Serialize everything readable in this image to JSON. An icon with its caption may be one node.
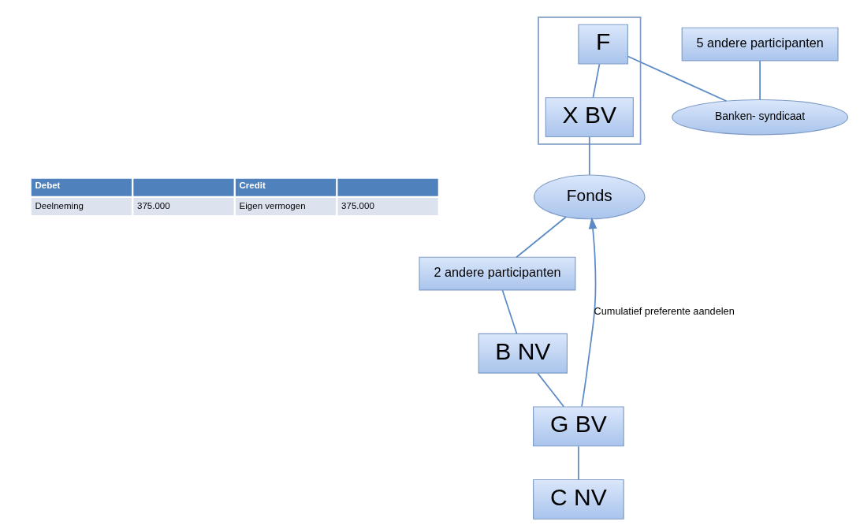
{
  "diagram": {
    "nodes": [
      {
        "text": [],
        "shape": "box"
      },
      {
        "text": [
          "F"
        ],
        "in": 0
      },
      {
        "text": [
          "X BV"
        ],
        "in": 0
      },
      {
        "text": [
          "Fonds"
        ]
      },
      {
        "text": [
          "5 andere participanten"
        ]
      },
      {
        "text": [
          "Banken- syndicaat"
        ]
      },
      {
        "text": [
          "2 andere participanten"
        ]
      },
      {
        "text": [
          "B NV"
        ]
      },
      {
        "text": [
          "G BV"
        ]
      },
      {
        "text": [
          "C NV"
        ]
      }
    ],
    "edges": [
      {
        "from": 1,
        "to": 2,
        "arrow": "none"
      },
      {
        "from": 1,
        "to": 5,
        "arrow": "none"
      },
      {
        "from": 4,
        "to": 5,
        "arrow": "none"
      },
      {
        "from": 2,
        "to": 3,
        "arrow": "none"
      },
      {
        "from": 3,
        "to": 6,
        "arrow": "none"
      },
      {
        "from": 6,
        "to": 7,
        "arrow": "none"
      },
      {
        "from": 7,
        "to": 8,
        "arrow": "none"
      },
      {
        "from": 8,
        "to": 3,
        "arrow": "to",
        "label": "Cumulatief preferente aandelen"
      },
      {
        "from": 8,
        "to": 9,
        "arrow": "none"
      }
    ],
    "labels": [
      "Debet",
      "Credit",
      "Deelneming",
      "375.000",
      "Eigen vermogen",
      "375.000"
    ]
  }
}
